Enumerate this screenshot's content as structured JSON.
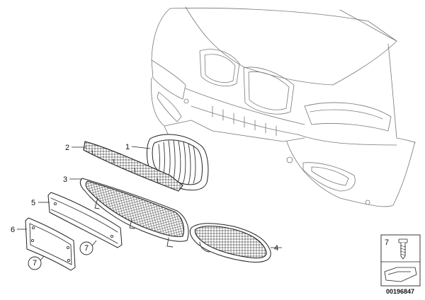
{
  "callouts": {
    "p1": "1",
    "p2": "2",
    "p3": "3",
    "p4": "4",
    "p5": "5",
    "p6": "6",
    "p7a": "7",
    "p7b": "7",
    "legend7": "7"
  },
  "diagram_code": "00196847"
}
